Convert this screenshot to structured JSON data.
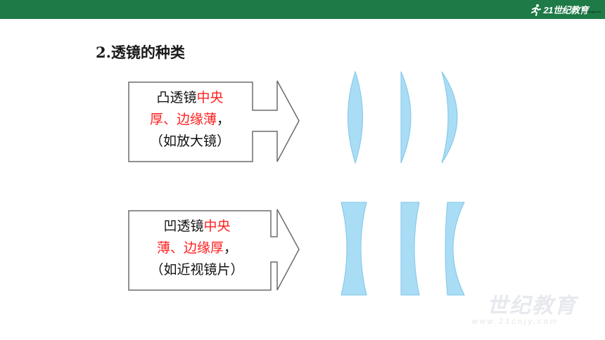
{
  "header": {
    "logo_text": "21世纪教育",
    "logo_sub": "www.21cnjy.com"
  },
  "title": "2.透镜的种类",
  "convex": {
    "line1_black": "凸透镜",
    "line1_red": "中央",
    "line2_red": "厚、边缘薄",
    "line2_black": "，",
    "line3": "（如放大镜）"
  },
  "concave": {
    "line1_black": "凹透镜",
    "line1_red": "中央",
    "line2_red": "薄、边缘厚",
    "line2_black": "，",
    "line3": "（如近视镜片）"
  },
  "watermark": {
    "text": "世纪教育",
    "url": "www.21cnjy.com"
  },
  "colors": {
    "bar": "#1e7a46",
    "lens_fill": "#a9ddf5",
    "lens_stroke": "#7fc6e8",
    "highlight": "#ff1f1f"
  },
  "icons": [
    "runner-icon",
    "convex-lens-icon",
    "concave-lens-icon"
  ]
}
